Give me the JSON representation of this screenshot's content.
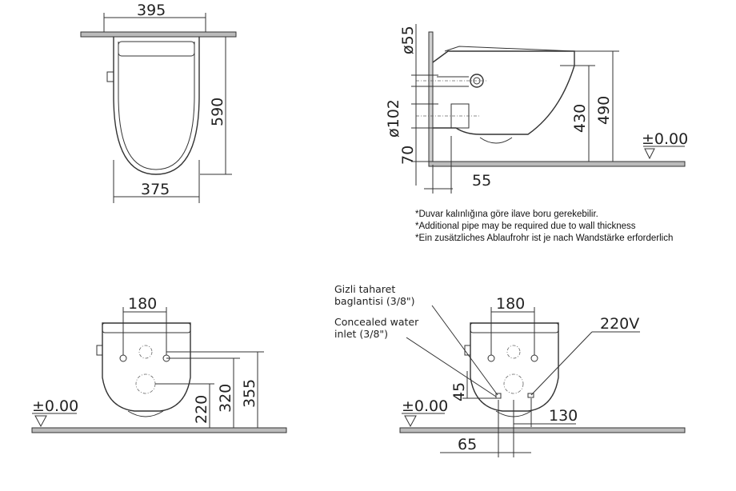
{
  "top_view": {
    "width_top": "395",
    "width_bottom": "375",
    "depth": "590"
  },
  "side_view": {
    "pipe_diameter_small": "ø55",
    "pipe_diameter_large": "ø102",
    "outlet_height": "70",
    "height_seat": "430",
    "height_top": "490",
    "level": "±0.00",
    "offset": "55"
  },
  "notes": [
    "*Duvar kalınlığına göre ilave boru gerekebilir.",
    "*Additional pipe may be required due to wall thickness",
    "*Ein zusätzliches Ablaufrohr ist je nach Wandstärke erforderlich"
  ],
  "front_view": {
    "bolt_spacing": "180",
    "height_220": "220",
    "height_320": "320",
    "height_355": "355",
    "level": "±0.00"
  },
  "rear_view": {
    "label_tr_line1": "Gizli  taharet",
    "label_tr_line2": "baglantisi  (3/8\")",
    "label_en_line1": "Concealed  water",
    "label_en_line2": "inlet  (3/8\")",
    "bolt_spacing": "180",
    "voltage": "220V",
    "height_45": "45",
    "offset_130": "130",
    "offset_65": "65",
    "level": "±0.00"
  },
  "colors": {
    "line": "#333333",
    "wall_fill": "#bbbbbb"
  }
}
